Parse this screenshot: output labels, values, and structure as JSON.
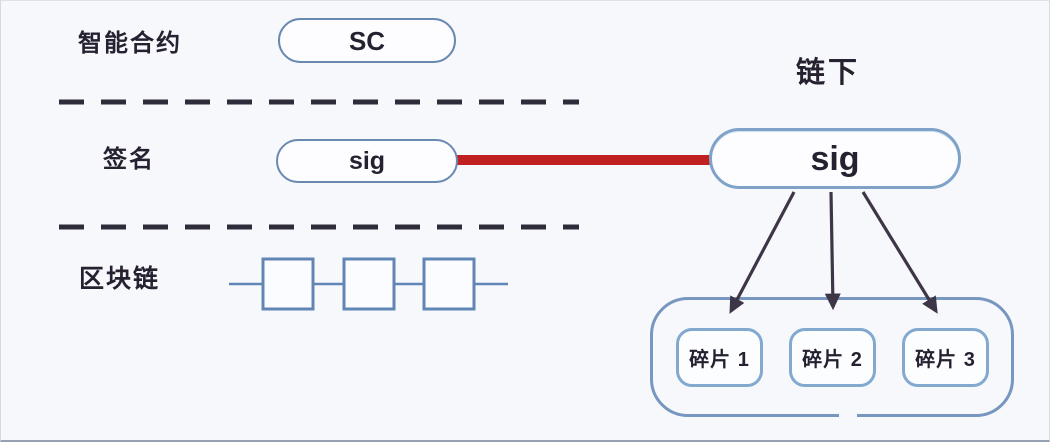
{
  "rows": {
    "smart_contract": {
      "label": "智能合约",
      "node": "SC"
    },
    "signature": {
      "label": "签名",
      "node": "sig"
    },
    "blockchain": {
      "label": "区块链"
    }
  },
  "offchain": {
    "title": "链下",
    "node": "sig",
    "shards": [
      "碎片 1",
      "碎片 2",
      "碎片 3"
    ]
  },
  "colors": {
    "background": "#f6f8fb",
    "text": "#262130",
    "red_link": "#c02020",
    "pill_border": "#6989b0",
    "offchain_border": "#7ea2c8",
    "container_border": "#7796c0",
    "shard_border": "#83a9cf",
    "chain_stroke": "#6186b6",
    "dash": "#2e2c3a",
    "arrow": "#3e3647"
  }
}
